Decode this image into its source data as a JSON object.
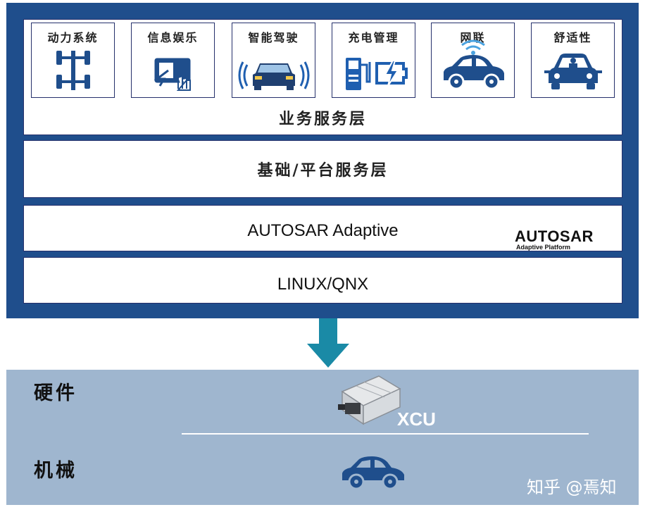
{
  "business_layer": {
    "tiles": [
      {
        "label": "动力系统",
        "icon": "chassis-icon"
      },
      {
        "label": "信息娱乐",
        "icon": "touchscreen-icon"
      },
      {
        "label": "智能驾驶",
        "icon": "car-sensor-icon"
      },
      {
        "label": "充电管理",
        "icon": "charging-icon"
      },
      {
        "label": "网联",
        "icon": "connected-car-icon"
      },
      {
        "label": "舒适性",
        "icon": "comfort-car-icon"
      }
    ],
    "label": "业务服务层"
  },
  "platform_layer": {
    "label": "基础/平台服务层"
  },
  "middleware_layer": {
    "label": "AUTOSAR Adaptive",
    "logo_text": "AUTOSAR",
    "logo_sub": "Adaptive Platform"
  },
  "os_layer": {
    "label": "LINUX/QNX"
  },
  "hardware": {
    "label": "硬件",
    "device_label": "XCU"
  },
  "mechanical": {
    "label": "机械"
  },
  "watermark": "知乎 @焉知",
  "colors": {
    "stack_bg": "#1f4e8c",
    "box_border": "#25306b",
    "arrow": "#1a8aa6",
    "hardware_band": "#9fb6cf",
    "icon_blue": "#1f4e8c",
    "logo_red": "#d0202a"
  }
}
